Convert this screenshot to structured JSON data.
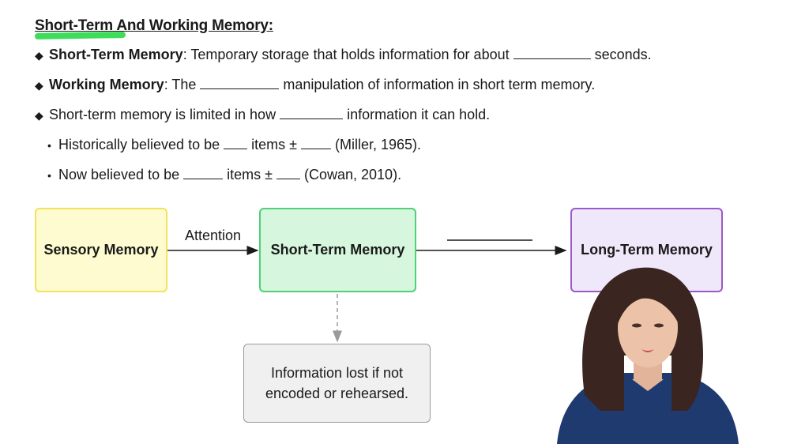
{
  "title": "Short-Term And Working Memory:",
  "bullets": {
    "stm": {
      "term": "Short-Term Memory",
      "text_before": ": Temporary storage that holds information for about ",
      "text_after": " seconds."
    },
    "wm": {
      "term": "Working Memory",
      "text_before": ": The ",
      "text_after": " manipulation of information in short term memory."
    },
    "limit": {
      "text_before": "Short-term memory is limited in how ",
      "text_after": " information it can hold."
    },
    "historic": {
      "text_before": "Historically believed to be ",
      "mid": " items ± ",
      "text_after": " (Miller, 1965)."
    },
    "now": {
      "text_before": "Now believed to be ",
      "mid": " items ± ",
      "text_after": " (Cowan, 2010)."
    }
  },
  "diagram": {
    "sensory": "Sensory Memory",
    "stm": "Short-Term Memory",
    "ltm": "Long-Term Memory",
    "attention": "Attention",
    "lost_line1": "Information lost if not",
    "lost_line2": "encoded or rehearsed."
  },
  "colors": {
    "highlight": "#3ddc5a",
    "sensory_fill": "#fdfbcf",
    "stm_fill": "#d6f7dd",
    "ltm_fill": "#efe7fa",
    "presenter_top": "#1e3a6e"
  },
  "icons": {
    "bullet": "diamond",
    "sub_bullet": "dot"
  }
}
